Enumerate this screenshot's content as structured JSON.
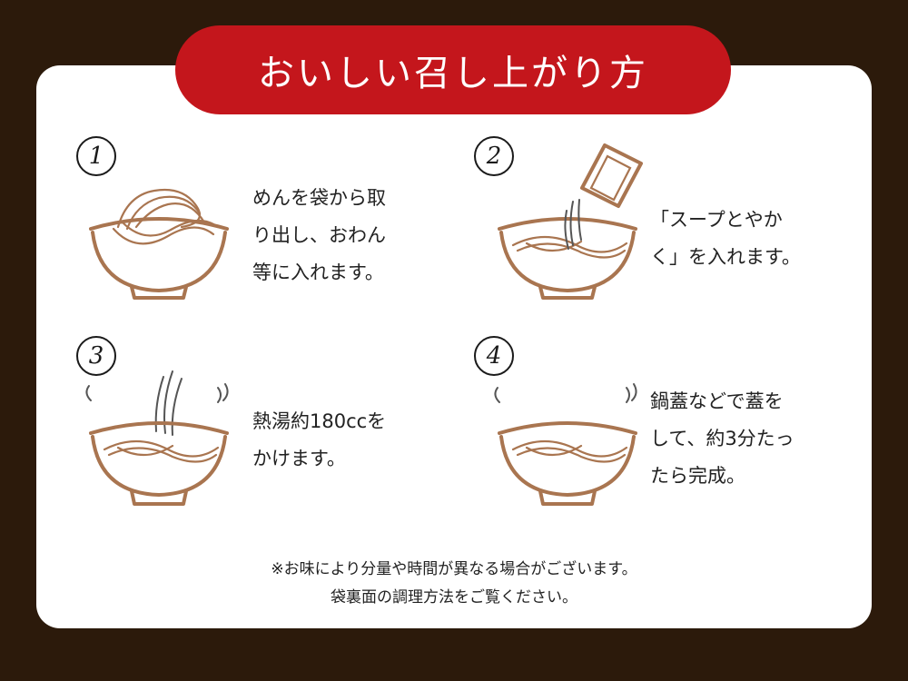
{
  "title": "おいしい召し上がり方",
  "steps": [
    {
      "number": "1",
      "text_lines": [
        "めんを袋から取",
        "り出し、おわん",
        "等に入れます。"
      ]
    },
    {
      "number": "2",
      "text_lines": [
        "「スープとやか",
        "く」を入れます。"
      ]
    },
    {
      "number": "3",
      "text_lines": [
        "熱湯約180ccを",
        "かけます。"
      ]
    },
    {
      "number": "4",
      "text_lines": [
        "鍋蓋などで蓋を",
        "して、約3分たっ",
        "たら完成。"
      ]
    }
  ],
  "note_lines": [
    "※お味により分量や時間が異なる場合がございます。",
    "袋裏面の調理方法をご覧ください。"
  ],
  "colors": {
    "background": "#2c1a0b",
    "banner": "#c4161c",
    "card": "#ffffff",
    "illustration": "#a97550"
  },
  "icons": [
    "bowl-with-noodles-icon",
    "soup-packet-icon",
    "steam-icon",
    "pouring-water-icon"
  ]
}
